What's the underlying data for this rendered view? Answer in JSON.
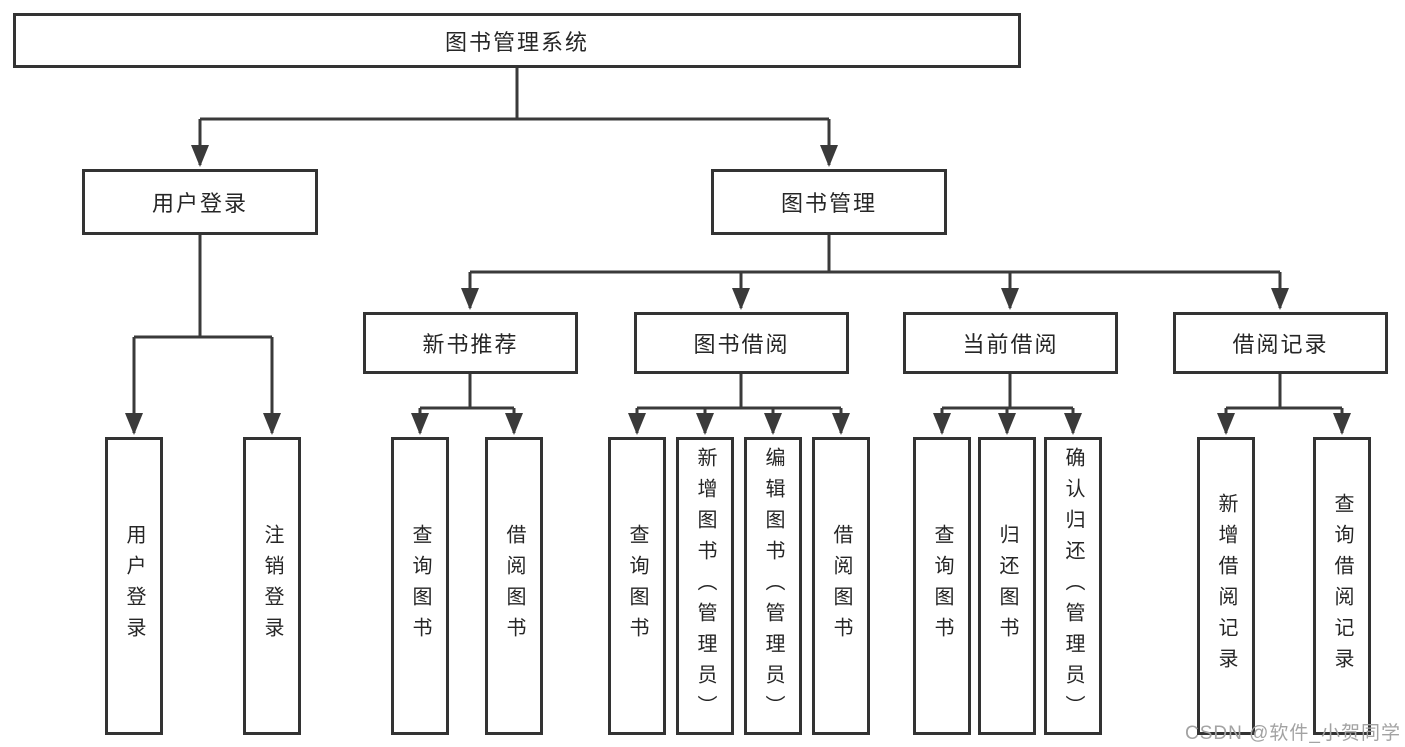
{
  "tree": {
    "root": {
      "label": "图书管理系统",
      "children": [
        {
          "label": "用户登录",
          "children": [
            {
              "label": "用户登录"
            },
            {
              "label": "注销登录"
            }
          ]
        },
        {
          "label": "图书管理",
          "children": [
            {
              "label": "新书推荐",
              "children": [
                {
                  "label": "查询图书"
                },
                {
                  "label": "借阅图书"
                }
              ]
            },
            {
              "label": "图书借阅",
              "children": [
                {
                  "label": "查询图书"
                },
                {
                  "label": "新增图书（管理员）"
                },
                {
                  "label": "编辑图书（管理员）"
                },
                {
                  "label": "借阅图书"
                }
              ]
            },
            {
              "label": "当前借阅",
              "children": [
                {
                  "label": "查询图书"
                },
                {
                  "label": "归还图书"
                },
                {
                  "label": "确认归还（管理员）"
                }
              ]
            },
            {
              "label": "借阅记录",
              "children": [
                {
                  "label": "新增借阅记录"
                },
                {
                  "label": "查询借阅记录"
                }
              ]
            }
          ]
        }
      ]
    }
  },
  "watermark": "CSDN @软件_小贺同学",
  "colors": {
    "line": "#3a3a3a",
    "border": "#333333",
    "text": "#262626",
    "watermark": "#a3a3a3"
  }
}
